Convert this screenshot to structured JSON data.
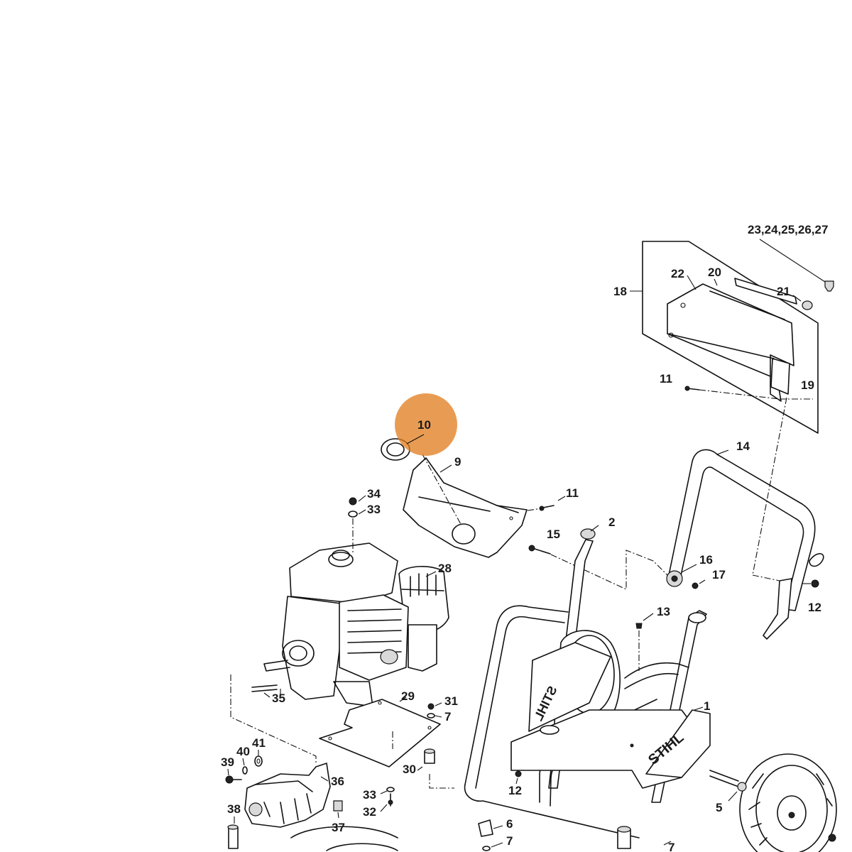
{
  "diagram": {
    "type": "exploded-parts-diagram",
    "brand_text": "STIHL",
    "highlight": {
      "part": "10",
      "color": "#e07b1a",
      "opacity": 0.75
    }
  },
  "labels": {
    "p1": "1",
    "p2": "2",
    "p5": "5",
    "p6": "6",
    "p7a": "7",
    "p7b": "7",
    "p7c": "7",
    "p9": "9",
    "p10": "10",
    "p11a": "11",
    "p11b": "11",
    "p12a": "12",
    "p12b": "12",
    "p13": "13",
    "p14": "14",
    "p15": "15",
    "p16": "16",
    "p17": "17",
    "p18": "18",
    "p19": "19",
    "p20": "20",
    "p21": "21",
    "p22": "22",
    "p23_27": "23,24,25,26,27",
    "p28": "28",
    "p29": "29",
    "p30": "30",
    "p31": "31",
    "p32": "32",
    "p33a": "33",
    "p33b": "33",
    "p34": "34",
    "p35": "35",
    "p36": "36",
    "p37": "37",
    "p38": "38",
    "p39": "39",
    "p40": "40",
    "p41": "41"
  }
}
